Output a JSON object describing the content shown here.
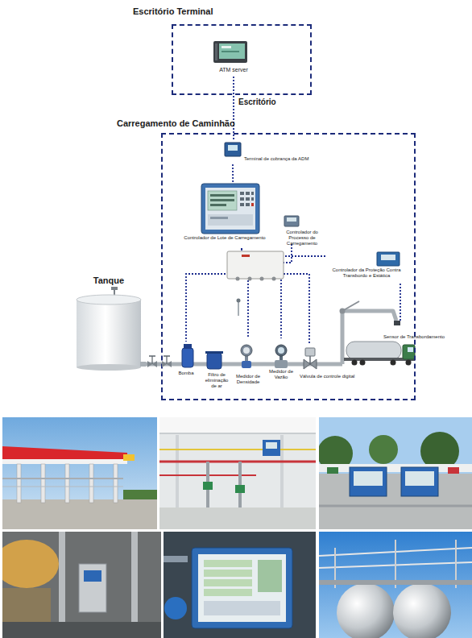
{
  "diagram": {
    "nodes": [
      {
        "text": [
          "Escritório Terminal"
        ]
      },
      {
        "text": [
          "ATM server"
        ],
        "in": 0
      },
      {
        "text": [
          "Carregamento de Caminhão"
        ]
      },
      {
        "text": [
          "Terminal de cobrança da ADM"
        ],
        "in": 2
      },
      {
        "text": [
          "Controlador de Lote de Carregamento"
        ],
        "in": 2
      },
      {
        "text": [
          "Controlador do Processo de Carregamento"
        ],
        "in": 2
      },
      {
        "text": [
          "Controlador da Proteção Contra Transbordo e Estática"
        ],
        "in": 2
      },
      {
        "text": [
          "Tanque"
        ]
      },
      {
        "text": [
          "Bomba"
        ],
        "in": 2
      },
      {
        "text": [
          "Filtro de eliminação de ar"
        ],
        "in": 2
      },
      {
        "text": [
          "Medidor de Densidade"
        ],
        "in": 2
      },
      {
        "text": [
          "Medidor de Vazão"
        ],
        "in": 2
      },
      {
        "text": [
          "Válvula de controle digital"
        ],
        "in": 2
      },
      {
        "text": [
          "Sensor de Transbordamento"
        ],
        "in": 2
      }
    ],
    "edges": [
      {
        "from": 1,
        "to": 3,
        "label": "Escritório",
        "arrow": "none"
      },
      {
        "from": 3,
        "to": 4,
        "arrow": "none"
      },
      {
        "from": 4,
        "to": 8,
        "arrow": "none"
      },
      {
        "from": 4,
        "to": 10,
        "arrow": "none"
      },
      {
        "from": 4,
        "to": 11,
        "arrow": "none"
      },
      {
        "from": 4,
        "to": 12,
        "arrow": "none"
      },
      {
        "from": 5,
        "to": 4,
        "arrow": "none"
      },
      {
        "from": 4,
        "to": 6,
        "arrow": "none"
      },
      {
        "from": 6,
        "to": 13,
        "arrow": "none"
      },
      {
        "from": 7,
        "to": 8,
        "arrow": "none"
      },
      {
        "from": 8,
        "to": 9,
        "arrow": "none"
      },
      {
        "from": 9,
        "to": 10,
        "arrow": "none"
      },
      {
        "from": 10,
        "to": 11,
        "arrow": "none"
      },
      {
        "from": 11,
        "to": 12,
        "arrow": "none"
      }
    ]
  }
}
